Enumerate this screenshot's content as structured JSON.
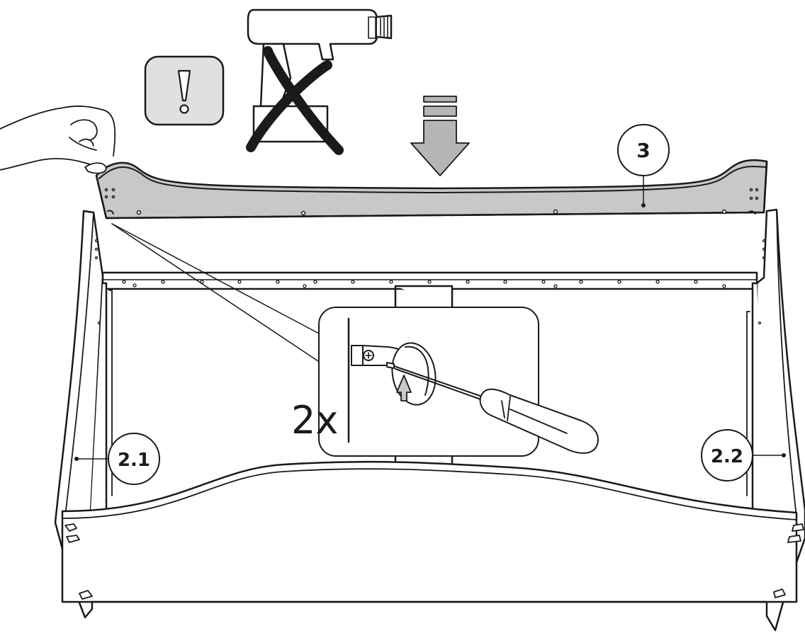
{
  "callouts": {
    "top_panel": "3",
    "left_side": "2.1",
    "right_side": "2.2"
  },
  "detail": {
    "quantity": "2x"
  },
  "icons": {
    "warning": "exclamation-warning-icon",
    "prohibited_tool": "power-drill-prohibited-icon",
    "direction": "down-arrow-icon",
    "tool": "screwdriver-icon"
  },
  "colors": {
    "panel_fill": "#c8c8c8",
    "warning_bg": "#e0e0e0",
    "arrow_fill": "#b5b5b5",
    "line": "#1a1a1a"
  }
}
